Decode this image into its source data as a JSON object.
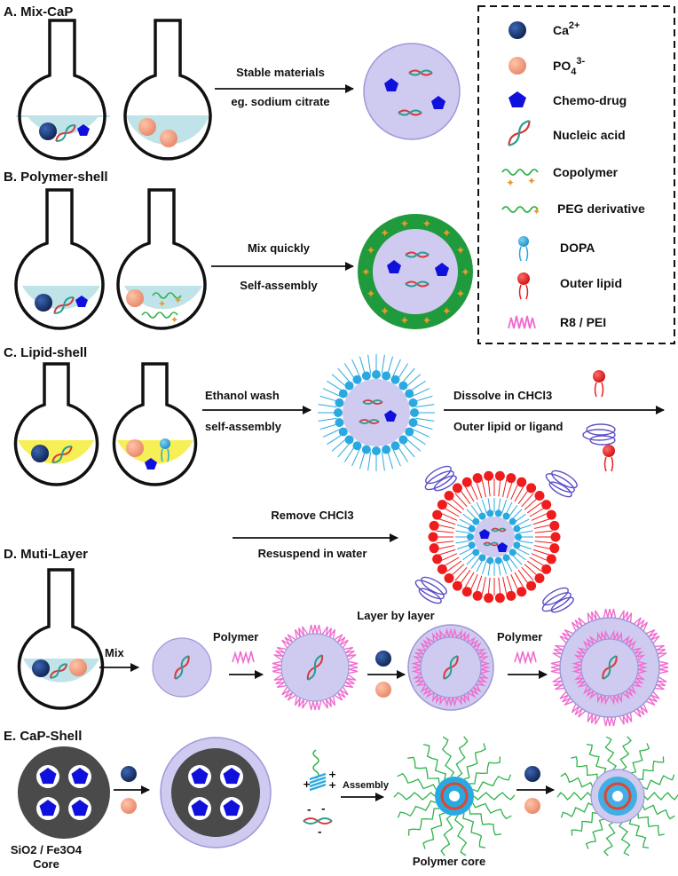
{
  "sections": {
    "a": "A. Mix-CaP",
    "b": "B. Polymer-shell",
    "c": "C. Lipid-shell",
    "d": "D. Muti-Layer",
    "e": "E. CaP-Shell"
  },
  "arrows": {
    "a_top": "Stable materials",
    "a_bottom": "eg. sodium citrate",
    "b_top": "Mix quickly",
    "b_bottom": "Self-assembly",
    "c_top": "Ethanol wash",
    "c_bottom": "self-assembly",
    "c2_top": "Dissolve in CHCl3",
    "c2_bottom": "Outer lipid or ligand",
    "d_top": "Remove CHCl3",
    "d_bottom": "Resuspend in water",
    "mix": "Mix",
    "polymer1": "Polymer",
    "layer_by_layer": "Layer by layer",
    "polymer2": "Polymer",
    "assembly": "Assembly"
  },
  "legend": {
    "ca": "Ca",
    "ca_sup": "2+",
    "po": "PO",
    "po_sub": "4",
    "po_sup": "3-",
    "chemo": "Chemo-drug",
    "nucleic": "Nucleic acid",
    "copolymer": "Copolymer",
    "peg": "PEG derivative",
    "dopa": "DOPA",
    "outer": "Outer lipid",
    "r8": "R8 / PEI"
  },
  "labels": {
    "core_line1": "SiO2 / Fe3O4",
    "core_line2": "Core",
    "polymer_core": "Polymer core"
  },
  "colors": {
    "ca": "#1f3f7a",
    "po": "#f0a080",
    "drug": "#1010dd",
    "solution_blue": "#bfe3e8",
    "solution_yellow": "#f6ef55",
    "particle": "#cfcaf0",
    "particle_edge": "#9f98d8",
    "shell_green": "#1f9a3c",
    "dopa": "#2aa9e0",
    "lipid_red": "#ee1c1c",
    "pei_pink": "#f06ccf",
    "core_gray": "#4a4a4a",
    "peg_green": "#2fb34a",
    "copolymer_orange": "#e79a2d",
    "ligand_purple": "#5b4fc8"
  }
}
